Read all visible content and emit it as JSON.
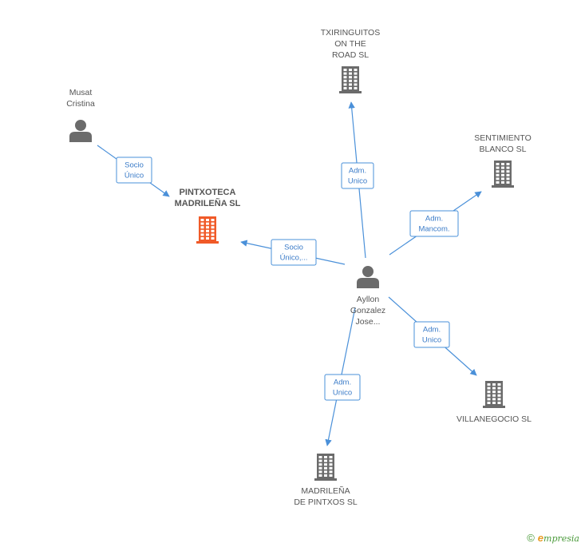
{
  "colors": {
    "edge": "#4a90d9",
    "edge_text": "#3a7bc8",
    "company_icon": "#6b6b6b",
    "focus_company_icon": "#f05a28",
    "person_icon": "#6b6b6b",
    "label": "#555555"
  },
  "nodes": [
    {
      "id": "pintxoteca",
      "type": "company",
      "focus": true,
      "icon": "building-icon",
      "label_lines": [
        "PINTXOTECA",
        "MADRILEÑA SL"
      ]
    },
    {
      "id": "musat",
      "type": "person",
      "focus": false,
      "icon": "person-icon",
      "label_lines": [
        "Musat",
        "Cristina"
      ]
    },
    {
      "id": "ayllon",
      "type": "person",
      "focus": false,
      "icon": "person-icon",
      "label_lines": [
        "Ayllon",
        "Gonzalez",
        "Jose..."
      ]
    },
    {
      "id": "txiringuitos",
      "type": "company",
      "focus": false,
      "icon": "building-icon",
      "label_lines": [
        "TXIRINGUITOS",
        "ON THE",
        "ROAD  SL"
      ]
    },
    {
      "id": "sentimiento",
      "type": "company",
      "focus": false,
      "icon": "building-icon",
      "label_lines": [
        "SENTIMIENTO",
        "BLANCO SL"
      ]
    },
    {
      "id": "villanegocio",
      "type": "company",
      "focus": false,
      "icon": "building-icon",
      "label_lines": [
        "VILLANEGOCIO SL"
      ]
    },
    {
      "id": "madrilena",
      "type": "company",
      "focus": false,
      "icon": "building-icon",
      "label_lines": [
        "MADRILEÑA",
        "DE PINTXOS  SL"
      ]
    }
  ],
  "edges": [
    {
      "from": "musat",
      "to": "pintxoteca",
      "label_lines": [
        "Socio",
        "Único"
      ]
    },
    {
      "from": "ayllon",
      "to": "pintxoteca",
      "label_lines": [
        "Socio",
        "Único,..."
      ]
    },
    {
      "from": "ayllon",
      "to": "txiringuitos",
      "label_lines": [
        "Adm.",
        "Unico"
      ]
    },
    {
      "from": "ayllon",
      "to": "sentimiento",
      "label_lines": [
        "Adm.",
        "Mancom."
      ]
    },
    {
      "from": "ayllon",
      "to": "villanegocio",
      "label_lines": [
        "Adm.",
        "Unico"
      ]
    },
    {
      "from": "ayllon",
      "to": "madrilena",
      "label_lines": [
        "Adm.",
        "Unico"
      ]
    }
  ],
  "footer": {
    "copyright_symbol": "©",
    "brand_first_letter": "e",
    "brand_rest": "mpresia"
  }
}
